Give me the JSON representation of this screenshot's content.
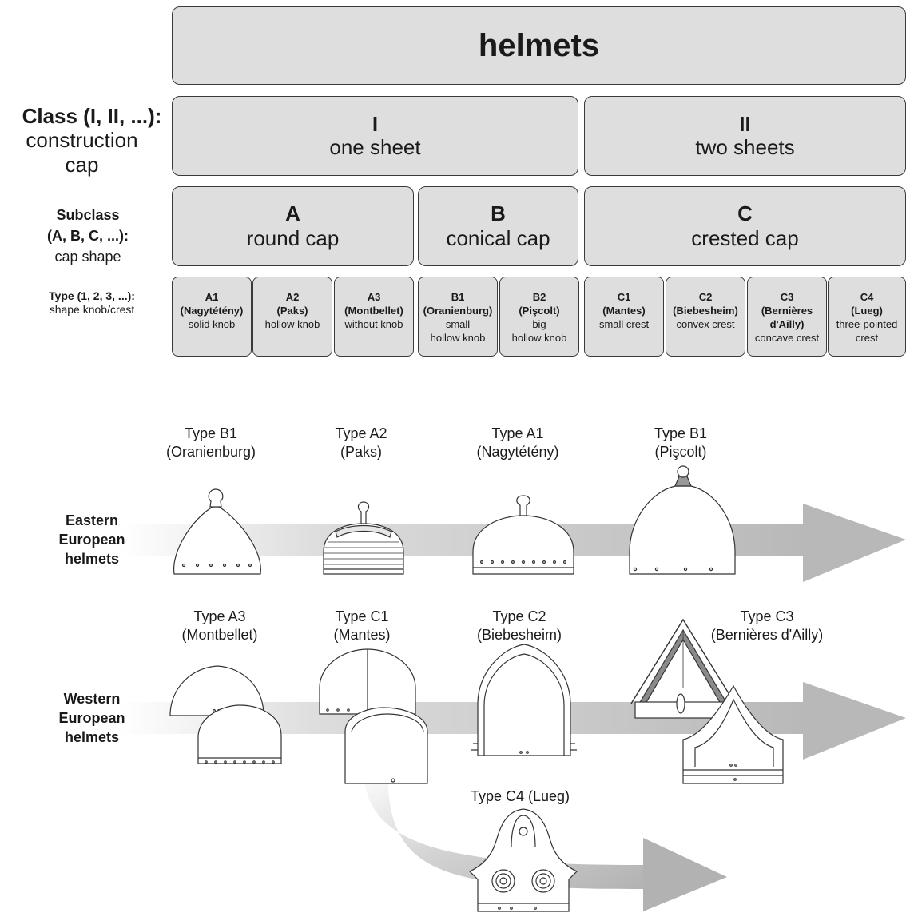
{
  "title": "helmets",
  "labels": {
    "class": {
      "heading": "Class (I, II, ...):",
      "line1": "construction",
      "line2": "cap"
    },
    "subclass": {
      "line1": "Subclass",
      "line2": "(A, B, C, ...):",
      "line3": "cap shape"
    },
    "type": {
      "line1": "Type (1, 2, 3, ...):",
      "line2": "shape knob/crest"
    }
  },
  "classes": [
    {
      "code": "I",
      "name": "one sheet"
    },
    {
      "code": "II",
      "name": "two sheets"
    }
  ],
  "subclasses": [
    {
      "code": "A",
      "name": "round cap"
    },
    {
      "code": "B",
      "name": "conical cap"
    },
    {
      "code": "C",
      "name": "crested cap"
    }
  ],
  "types": [
    {
      "code": "A1",
      "site": "(Nagytétény)",
      "desc1": "solid knob",
      "desc2": ""
    },
    {
      "code": "A2",
      "site": "(Paks)",
      "desc1": "hollow knob",
      "desc2": ""
    },
    {
      "code": "A3",
      "site": "(Montbellet)",
      "desc1": "without knob",
      "desc2": ""
    },
    {
      "code": "B1",
      "site": "(Oranienburg)",
      "desc1": "small",
      "desc2": "hollow knob"
    },
    {
      "code": "B2",
      "site": "(Pişcolt)",
      "desc1": "big",
      "desc2": "hollow knob"
    },
    {
      "code": "C1",
      "site": "(Mantes)",
      "desc1": "small crest",
      "desc2": ""
    },
    {
      "code": "C2",
      "site": "(Biebesheim)",
      "desc1": "convex crest",
      "desc2": ""
    },
    {
      "code": "C3",
      "site": "(Bernières",
      "site2": "d'Ailly)",
      "desc1": "concave crest",
      "desc2": ""
    },
    {
      "code": "C4",
      "site": "(Lueg)",
      "desc1": "three-pointed",
      "desc2": "crest"
    }
  ],
  "rows": {
    "eastern": {
      "line1": "Eastern",
      "line2": "European",
      "line3": "helmets"
    },
    "western": {
      "line1": "Western",
      "line2": "European",
      "line3": "helmets"
    }
  },
  "captions": {
    "b1_oranienburg": {
      "line1": "Type B1",
      "line2": "(Oranienburg)"
    },
    "a2_paks": {
      "line1": "Type A2",
      "line2": "(Paks)"
    },
    "a1_nagytetény": {
      "line1": "Type A1",
      "line2": "(Nagytétény)"
    },
    "b1_piscolt": {
      "line1": "Type B1",
      "line2": "(Pişcolt)"
    },
    "a3_montbellet": {
      "line1": "Type A3",
      "line2": "(Montbellet)"
    },
    "c1_mantes": {
      "line1": "Type C1",
      "line2": "(Mantes)"
    },
    "c2_biebesheim": {
      "line1": "Type C2",
      "line2": "(Biebesheim)"
    },
    "c3_bernieres": {
      "line1": "Type C3",
      "line2": "(Bernières d'Ailly)"
    },
    "c4_lueg": {
      "line1": "Type C4 (Lueg)"
    }
  },
  "colors": {
    "box_fill": "#dedede",
    "border": "#3a3a3a",
    "arrow_gray": "#b5b5b5"
  }
}
